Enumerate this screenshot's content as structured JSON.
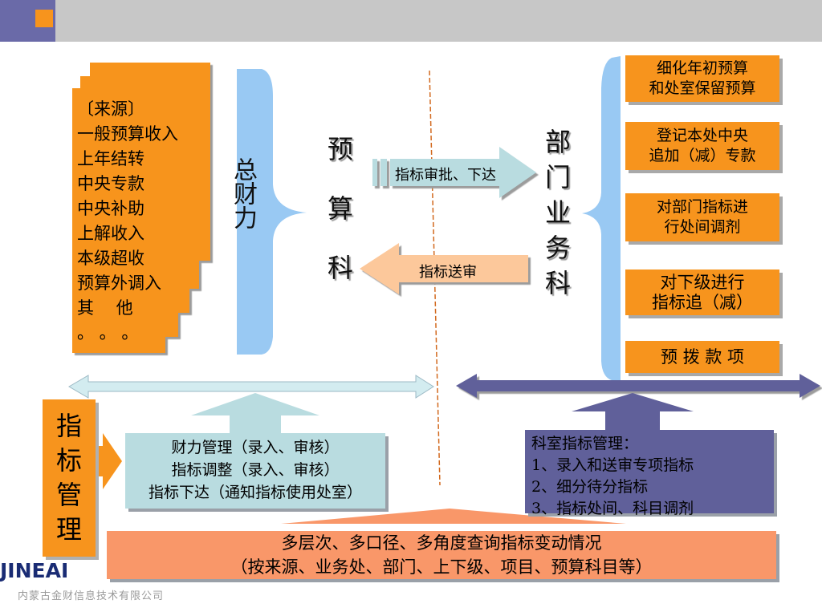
{
  "sources": {
    "lines": [
      "〔来源〕",
      "一般预算收入",
      "上年结转",
      "中央专款",
      "中央补助",
      "上解收入",
      "本级超收",
      "预算外调入",
      "其　  他",
      "。 。 。"
    ]
  },
  "zongcaili": "总财力",
  "yusuanke": [
    "预",
    "算",
    "科"
  ],
  "bumen": [
    "部",
    "门",
    "业",
    "务",
    "科"
  ],
  "arrows": {
    "approve_label": "指标审批、下达",
    "submit_label": "指标送审"
  },
  "right_boxes": [
    [
      "细化年初预算",
      "和处室保留预算"
    ],
    [
      "登记本处中央",
      "追加（减）专款"
    ],
    [
      "对部门指标进",
      "行处间调剂"
    ],
    [
      "对下级进行",
      "指标追（减）"
    ],
    [
      "预 拨 款 项"
    ]
  ],
  "index_mgmt": [
    "指",
    "标",
    "管",
    "理"
  ],
  "teal_box": [
    "财力管理（录入、审核）",
    "指标调整（录入、审核）",
    "指标下达（通知指标使用处室）"
  ],
  "navy_box": [
    "科室指标管理：",
    "1、录入和送审专项指标",
    "2、细分待分指标",
    "3、指标处间、科目调剂"
  ],
  "salmon_box": [
    "多层次、多口径、多角度查询指标变动情况",
    "（按来源、业务处、部门、上下级、项目、预算科目等）"
  ],
  "logo_text": "JINEAI",
  "footer_text": "内蒙古金财信息技术有限公司",
  "colors": {
    "orange": "#f7941d",
    "brace_blue": "#99c9f3",
    "teal": "#b9dce0",
    "navy": "#60609a",
    "salmon": "#f99769",
    "peach": "#fcc89b"
  }
}
